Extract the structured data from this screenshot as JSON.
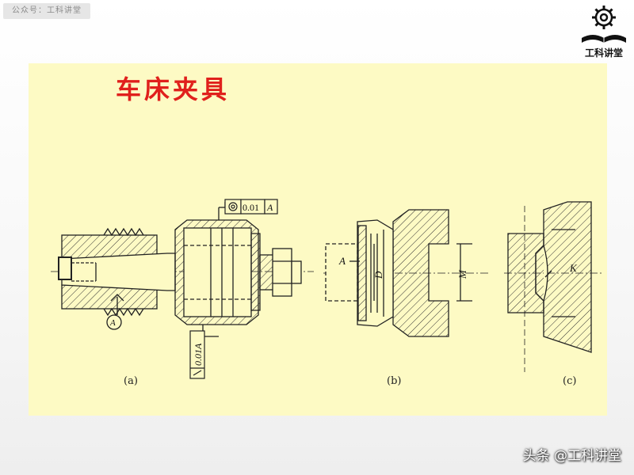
{
  "account_tag": "公众号：工科讲堂",
  "logo": {
    "text": "工科讲堂",
    "icon": "gear-book-icon"
  },
  "slide": {
    "title": "车床夹具",
    "labels": {
      "tol_top_value": "0.01",
      "tol_top_datum": "A",
      "tol_side": "0.01A",
      "datum_a": "A",
      "b_label_a": "A",
      "b_label_d": "D",
      "b_label_m": "M",
      "c_label_k": "K"
    },
    "captions": [
      "(a)",
      "(b)",
      "(c)"
    ]
  },
  "watermark": "头条 @工科讲堂",
  "colors": {
    "slide_bg": "#fdfac4",
    "title_red": "#e0201c"
  }
}
